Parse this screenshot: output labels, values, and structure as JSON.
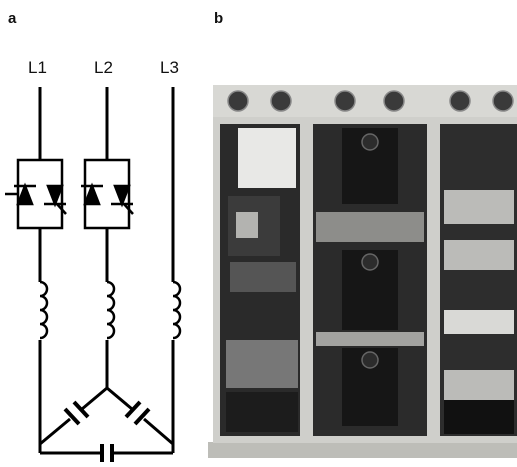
{
  "panels": {
    "a": {
      "letter": "a",
      "phases": [
        "L1",
        "L2",
        "L3"
      ]
    },
    "b": {
      "letter": "b"
    }
  },
  "colors": {
    "line": "#000000",
    "cabinet_frame": "#c9c9c6",
    "cabinet_interior": "#2b2b2b",
    "module_dark": "#1a1a1a",
    "fan": "#3a3a3a"
  }
}
